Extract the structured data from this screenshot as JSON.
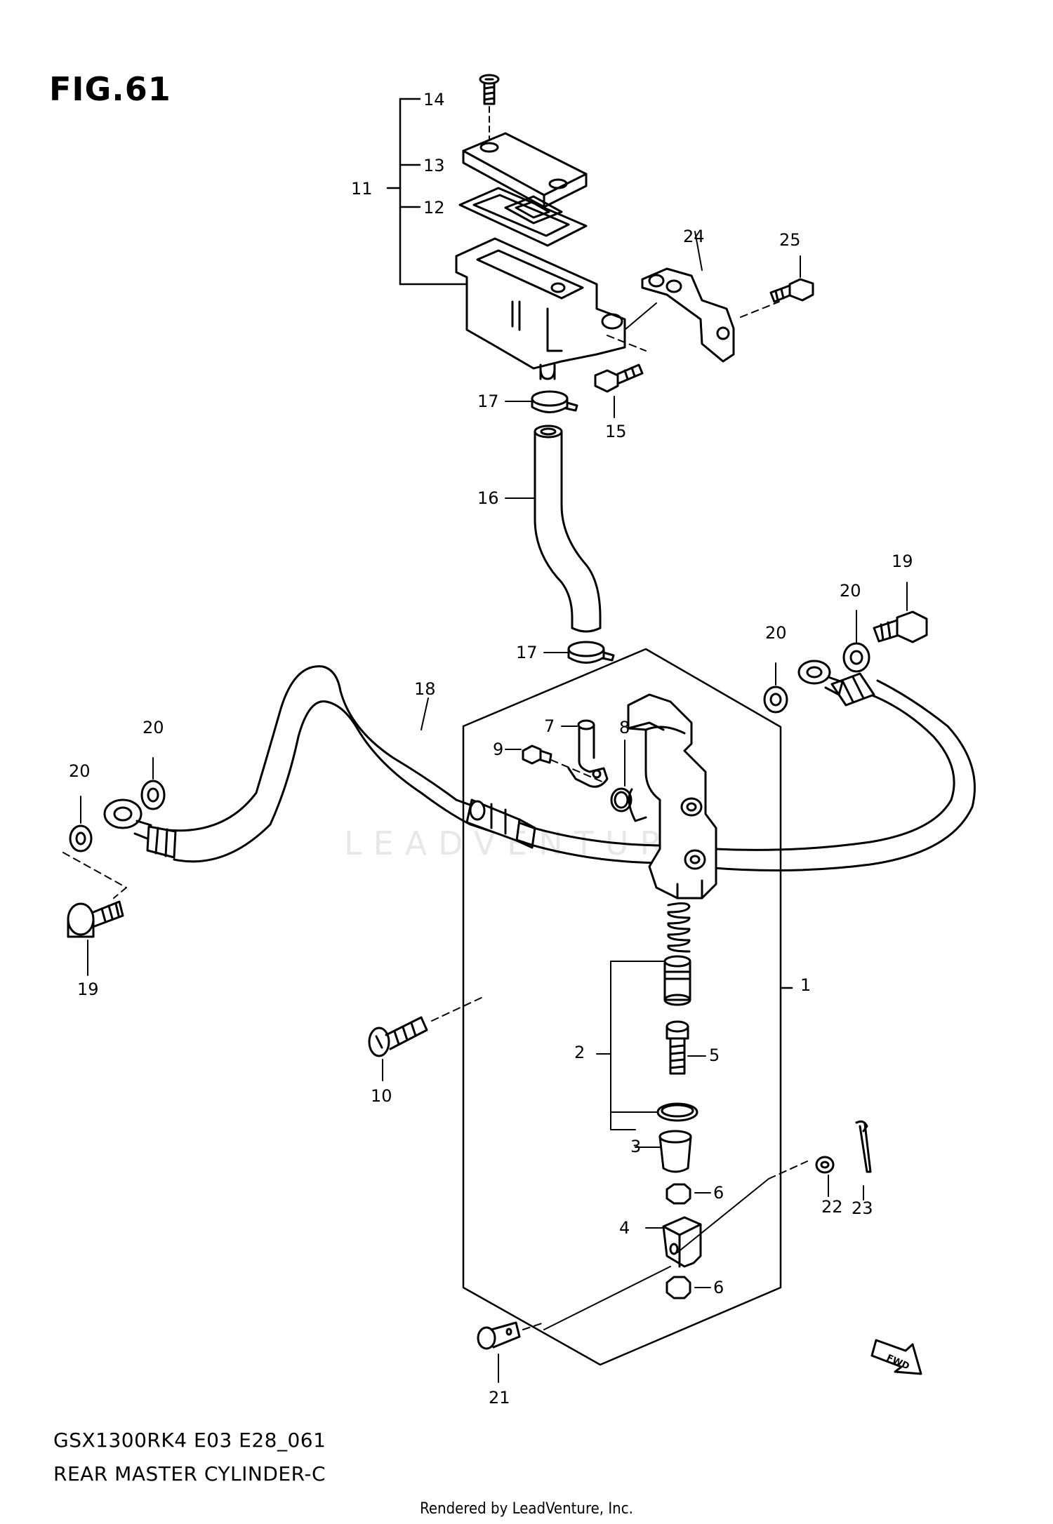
{
  "figure": {
    "title": "FIG.61",
    "model_code": "GSX1300RK4 E03 E28_061",
    "subtitle": "REAR MASTER CYLINDER-C",
    "credit": "Rendered by LeadVenture, Inc.",
    "watermark": "LEADVENTURE",
    "fwd_label": "FWD"
  },
  "callouts": [
    {
      "id": "c1",
      "label": "1"
    },
    {
      "id": "c2",
      "label": "2"
    },
    {
      "id": "c3",
      "label": "3"
    },
    {
      "id": "c4",
      "label": "4"
    },
    {
      "id": "c5",
      "label": "5"
    },
    {
      "id": "c6a",
      "label": "6"
    },
    {
      "id": "c6b",
      "label": "6"
    },
    {
      "id": "c7",
      "label": "7"
    },
    {
      "id": "c8",
      "label": "8"
    },
    {
      "id": "c9",
      "label": "9"
    },
    {
      "id": "c10",
      "label": "10"
    },
    {
      "id": "c11",
      "label": "11"
    },
    {
      "id": "c12",
      "label": "12"
    },
    {
      "id": "c13",
      "label": "13"
    },
    {
      "id": "c14",
      "label": "14"
    },
    {
      "id": "c15",
      "label": "15"
    },
    {
      "id": "c16",
      "label": "16"
    },
    {
      "id": "c17a",
      "label": "17"
    },
    {
      "id": "c17b",
      "label": "17"
    },
    {
      "id": "c18",
      "label": "18"
    },
    {
      "id": "c19a",
      "label": "19"
    },
    {
      "id": "c19b",
      "label": "19"
    },
    {
      "id": "c20a",
      "label": "20"
    },
    {
      "id": "c20b",
      "label": "20"
    },
    {
      "id": "c20c",
      "label": "20"
    },
    {
      "id": "c20d",
      "label": "20"
    },
    {
      "id": "c21",
      "label": "21"
    },
    {
      "id": "c22",
      "label": "22"
    },
    {
      "id": "c23",
      "label": "23"
    },
    {
      "id": "c24",
      "label": "24"
    },
    {
      "id": "c25",
      "label": "25"
    }
  ]
}
